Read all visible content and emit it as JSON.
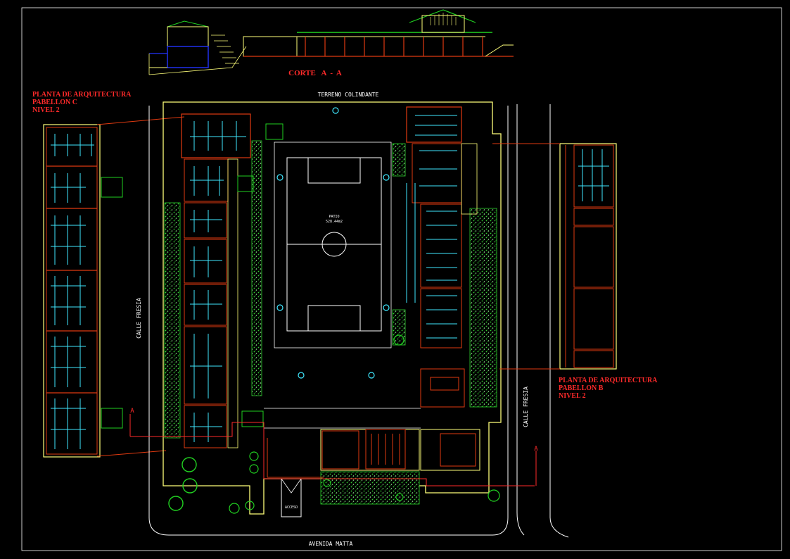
{
  "section_title": "CORTE   A  -  A",
  "top_label": "TERRENO COLINDANTE",
  "bottom_street": "AVENIDA MATTA",
  "left_street": "CALLE FRESIA",
  "right_street": "CALLE FRESIA",
  "access_label": "ACCESO",
  "patio_label": "PATIO",
  "patio_area": "528.44m2",
  "section_marker_left": "A",
  "section_marker_right": "A",
  "plan_c": {
    "line1": "PLANTA DE ARQUITECTURA",
    "line2": "PABELLON C",
    "line3": "NIVEL 2"
  },
  "plan_b": {
    "line1": "PLANTA DE ARQUITECTURA",
    "line2": "PABELLON B",
    "line3": "NIVEL 2"
  },
  "colors": {
    "background": "#000000",
    "title_red": "#ff2a2a",
    "wall_yellow": "#ffff7a",
    "partition_red": "#e03a10",
    "furniture_cyan": "#40e8ff",
    "vegetation_green": "#21d121",
    "field_white": "#ffffff",
    "section_blue": "#2233ff"
  }
}
